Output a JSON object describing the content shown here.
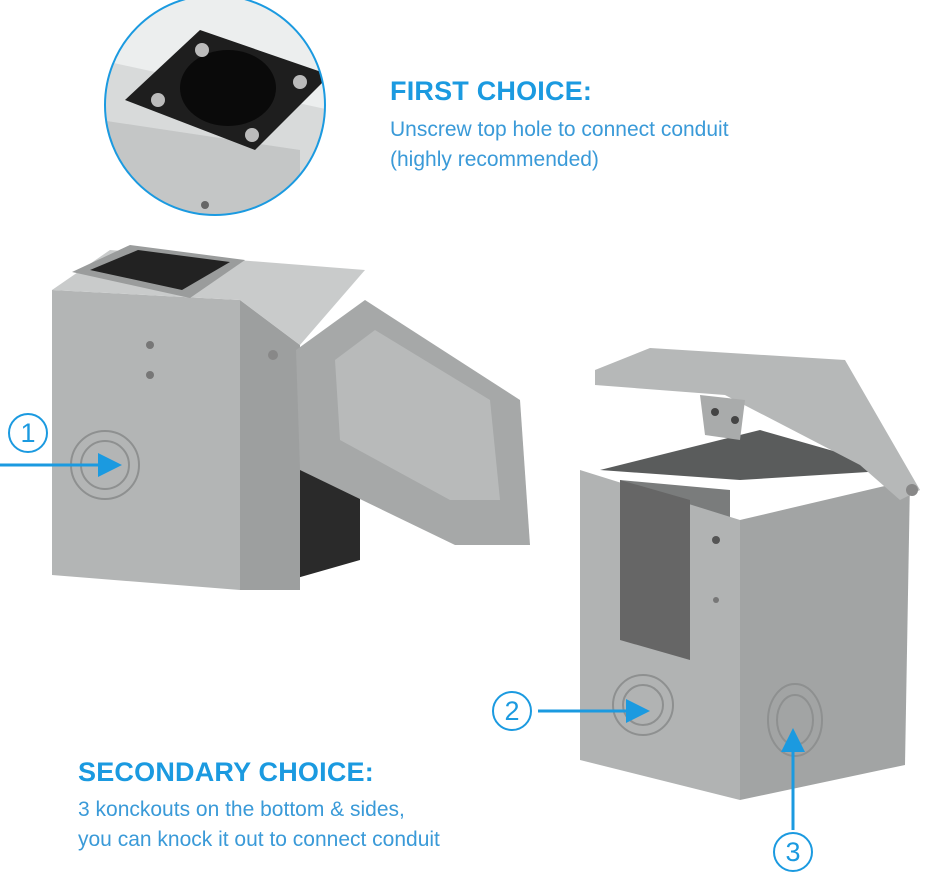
{
  "first_choice": {
    "heading": "FIRST CHOICE:",
    "lines": [
      "Unscrew top hole to connect conduit",
      "(highly recommended)"
    ]
  },
  "secondary_choice": {
    "heading": "SECONDARY CHOICE:",
    "lines": [
      "3 konckouts on the bottom & sides,",
      "you can knock it out to connect conduit"
    ]
  },
  "callouts": [
    "1",
    "2",
    "3"
  ],
  "colors": {
    "accent": "#1b9ae0",
    "body_text": "#3a9ad8",
    "box_gray": "#a9abab"
  }
}
